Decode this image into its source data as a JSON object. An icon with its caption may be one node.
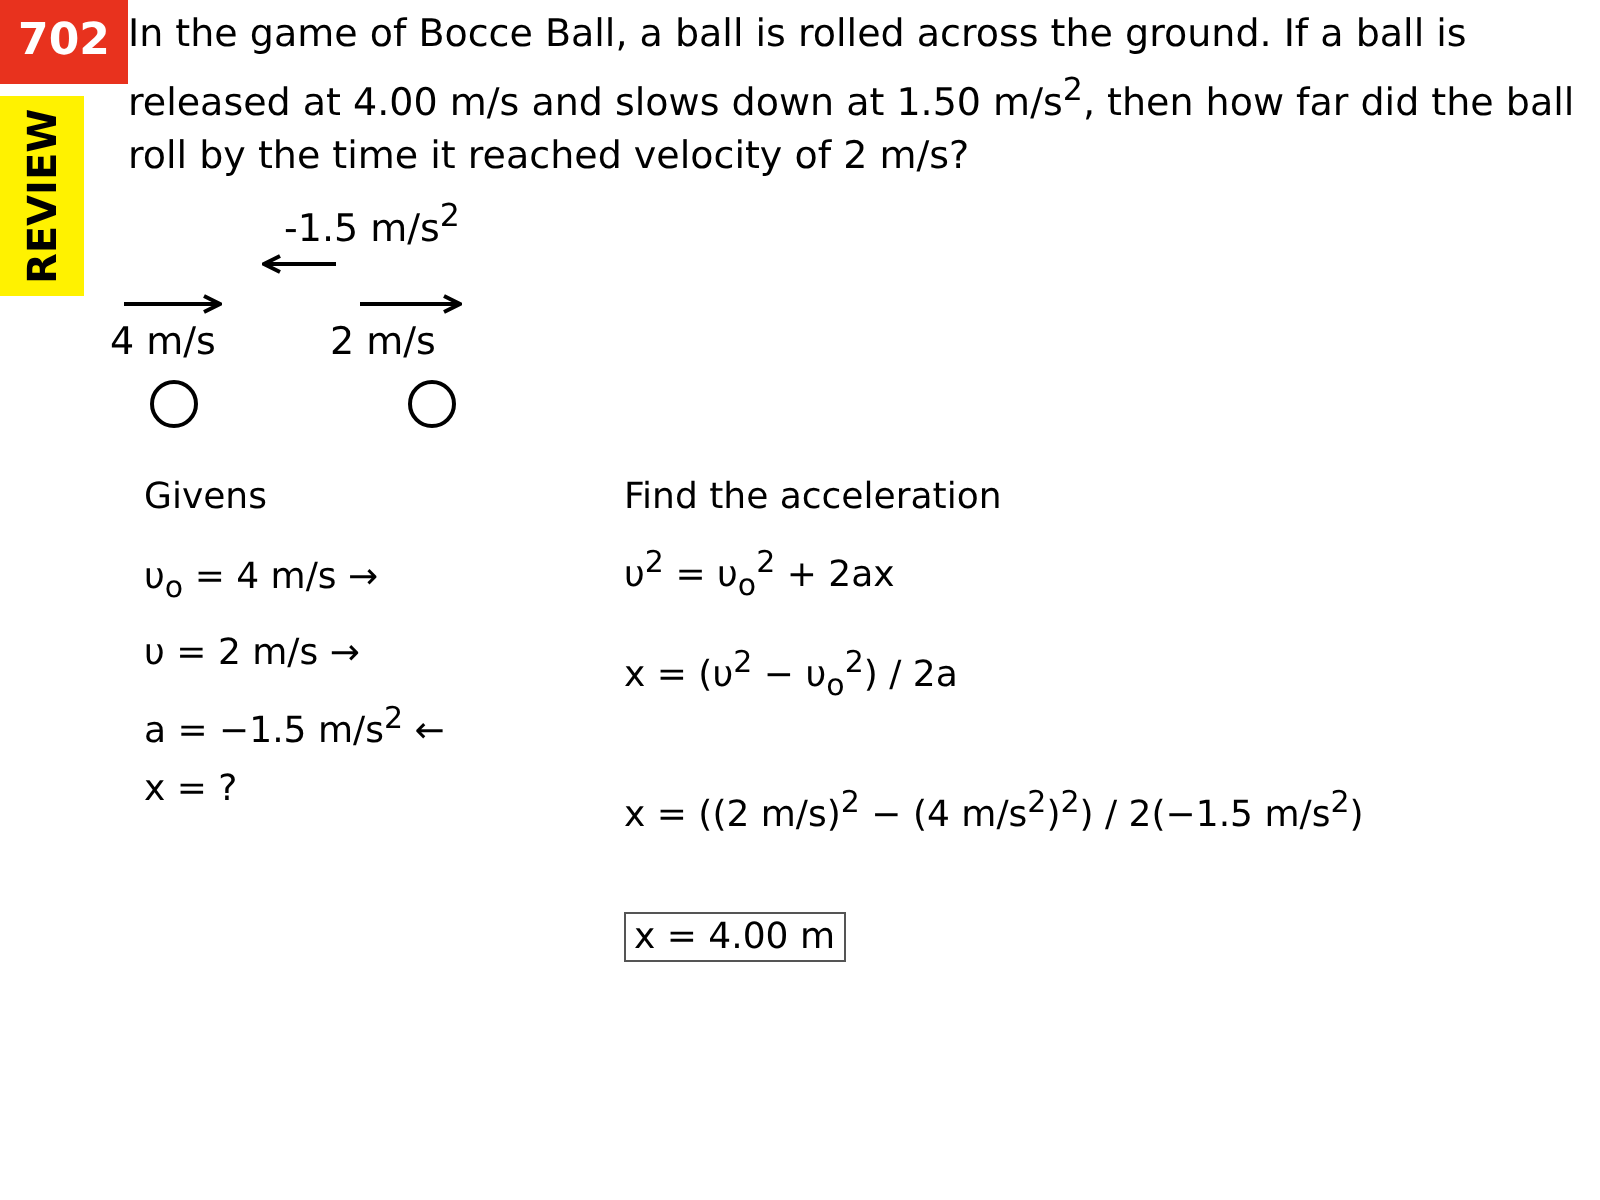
{
  "diagram": {
    "labels": [
      "702",
      "REVIEW",
      "In the game of Bocce Ball, a ball is rolled across the ground. If a ball is released at 4.00 m/s and slows down at 1.50 m/s$^{2}$, then how far did the ball roll by the time it reached velocity of 2 m/s?",
      "-1.5 m/s$^{2}$",
      "4 m/s",
      "2 m/s",
      "Givens",
      "υ$_{o}$ = 4 m/s →",
      "υ = 2 m/s →",
      "a = −1.5 m/s$^{2}$ ←",
      "x = ?",
      "Find the acceleration",
      "υ$^{2}$ = υ$_{o}$$^{2}$ + 2ax",
      "x = (υ$^{2}$ − υ$_{o}$$^{2}$) / 2a",
      "x = ((2 m/s)$^{2}$ − (4 m/s$^{2}$)$^{2}$) / 2(−1.5 m/s$^{2}$)",
      "x = 4.00 m"
    ]
  }
}
